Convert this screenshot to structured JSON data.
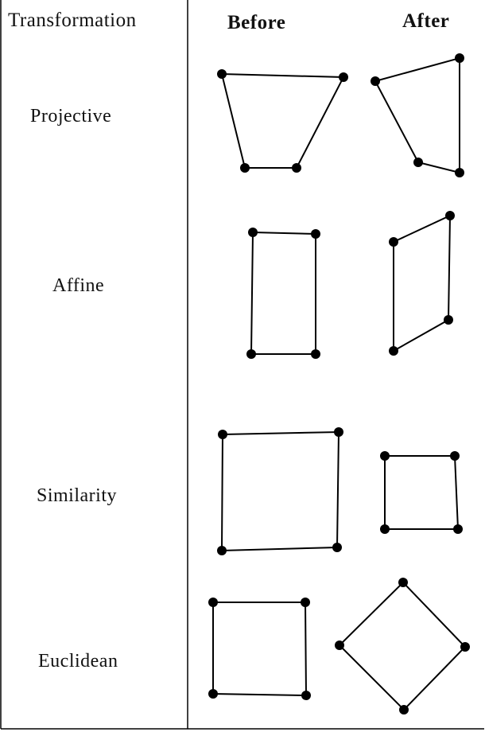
{
  "headers": {
    "transformation": "Transformation",
    "before": "Before",
    "after": "After"
  },
  "rows": [
    {
      "label": "Projective"
    },
    {
      "label": "Affine"
    },
    {
      "label": "Similarity"
    },
    {
      "label": "Euclidean"
    }
  ],
  "colors": {
    "line": "#000000",
    "vertex": "#000000",
    "background": "#ffffff"
  }
}
